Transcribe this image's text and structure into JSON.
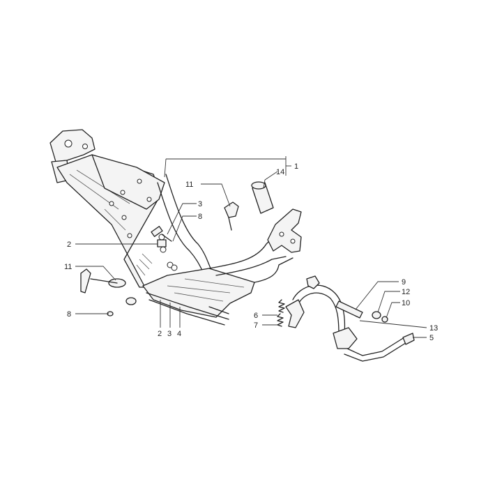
{
  "callouts": {
    "c1": "1",
    "c14": "14",
    "c11_top": "11",
    "c3_top": "3",
    "c8_top": "8",
    "c2_left": "2",
    "c11_left": "11",
    "c8_left": "8",
    "c2_bottom": "2",
    "c3_bottom": "3",
    "c4_bottom": "4",
    "c6": "6",
    "c7": "7",
    "c9": "9",
    "c12": "12",
    "c10": "10",
    "c13": "13",
    "c5": "5"
  }
}
